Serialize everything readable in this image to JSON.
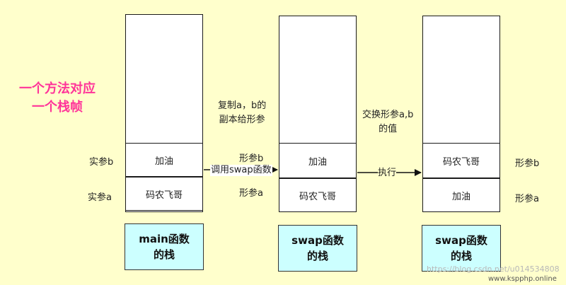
{
  "heading": {
    "line1": "一个方法对应",
    "line2": "一个栈帧"
  },
  "main_stack": {
    "top_cell": "加油",
    "bottom_cell": "码农飞哥",
    "label_top": "实参b",
    "label_bottom": "实参a",
    "caption_line1": "main函数",
    "caption_line2": "的栈"
  },
  "swap_stack_1": {
    "top_cell": "加油",
    "bottom_cell": "码农飞哥",
    "label_top": "形参b",
    "label_bottom": "形参a",
    "caption_line1": "swap函数",
    "caption_line2": "的栈"
  },
  "swap_stack_2": {
    "top_cell": "码农飞哥",
    "bottom_cell": "加油",
    "label_top": "形参b",
    "label_bottom": "形参a",
    "caption_line1": "swap函数",
    "caption_line2": "的栈"
  },
  "notes": {
    "copy_line1": "复制a，b的",
    "copy_line2": "副本给形参",
    "swap_line1": "交换形参a,b",
    "swap_line2": "的值"
  },
  "arrows": {
    "call": "调用swap函数",
    "exec": "执行"
  },
  "watermark": {
    "text": "https://blog.csdn.net/u014534808",
    "site": "www.kspphp.online"
  },
  "colors": {
    "background": "#ffffcc",
    "heading": "#ff3399",
    "caption_fill": "#ccffff"
  }
}
